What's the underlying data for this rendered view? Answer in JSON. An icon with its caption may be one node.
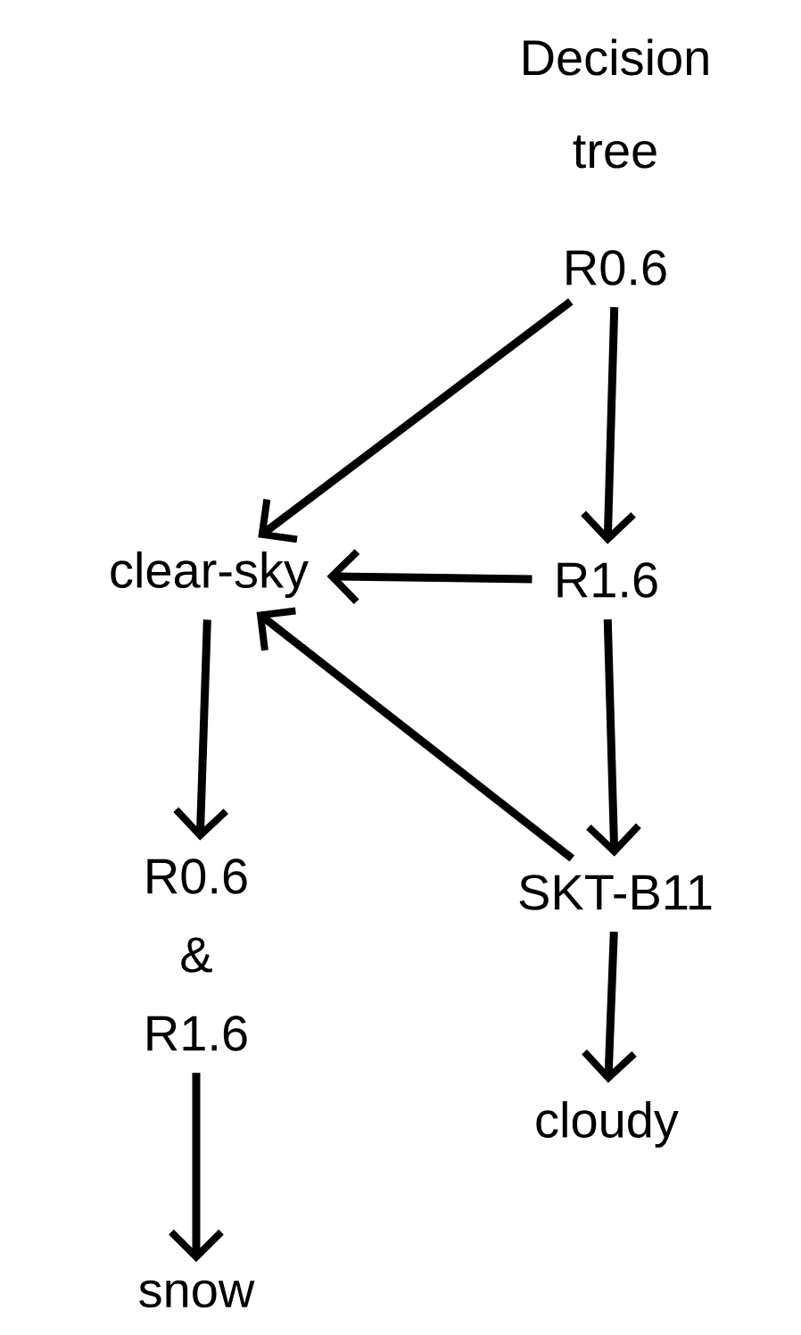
{
  "diagram": {
    "title": "Decision tree",
    "nodes": [
      {
        "text": [
          "R0.6"
        ]
      },
      {
        "text": [
          "clear-sky"
        ]
      },
      {
        "text": [
          "R1.6"
        ]
      },
      {
        "text": [
          "R0.6 & R1.6"
        ]
      },
      {
        "text": [
          "SKT-B11"
        ]
      },
      {
        "text": [
          "cloudy"
        ]
      },
      {
        "text": [
          "snow"
        ]
      }
    ],
    "edges": [
      {
        "from": 0,
        "to": 1,
        "arrow": "to"
      },
      {
        "from": 0,
        "to": 2,
        "arrow": "to"
      },
      {
        "from": 2,
        "to": 1,
        "arrow": "to"
      },
      {
        "from": 2,
        "to": 4,
        "arrow": "to"
      },
      {
        "from": 4,
        "to": 1,
        "arrow": "to"
      },
      {
        "from": 4,
        "to": 5,
        "arrow": "to"
      },
      {
        "from": 1,
        "to": 3,
        "arrow": "to"
      },
      {
        "from": 3,
        "to": 6,
        "arrow": "to"
      }
    ]
  }
}
